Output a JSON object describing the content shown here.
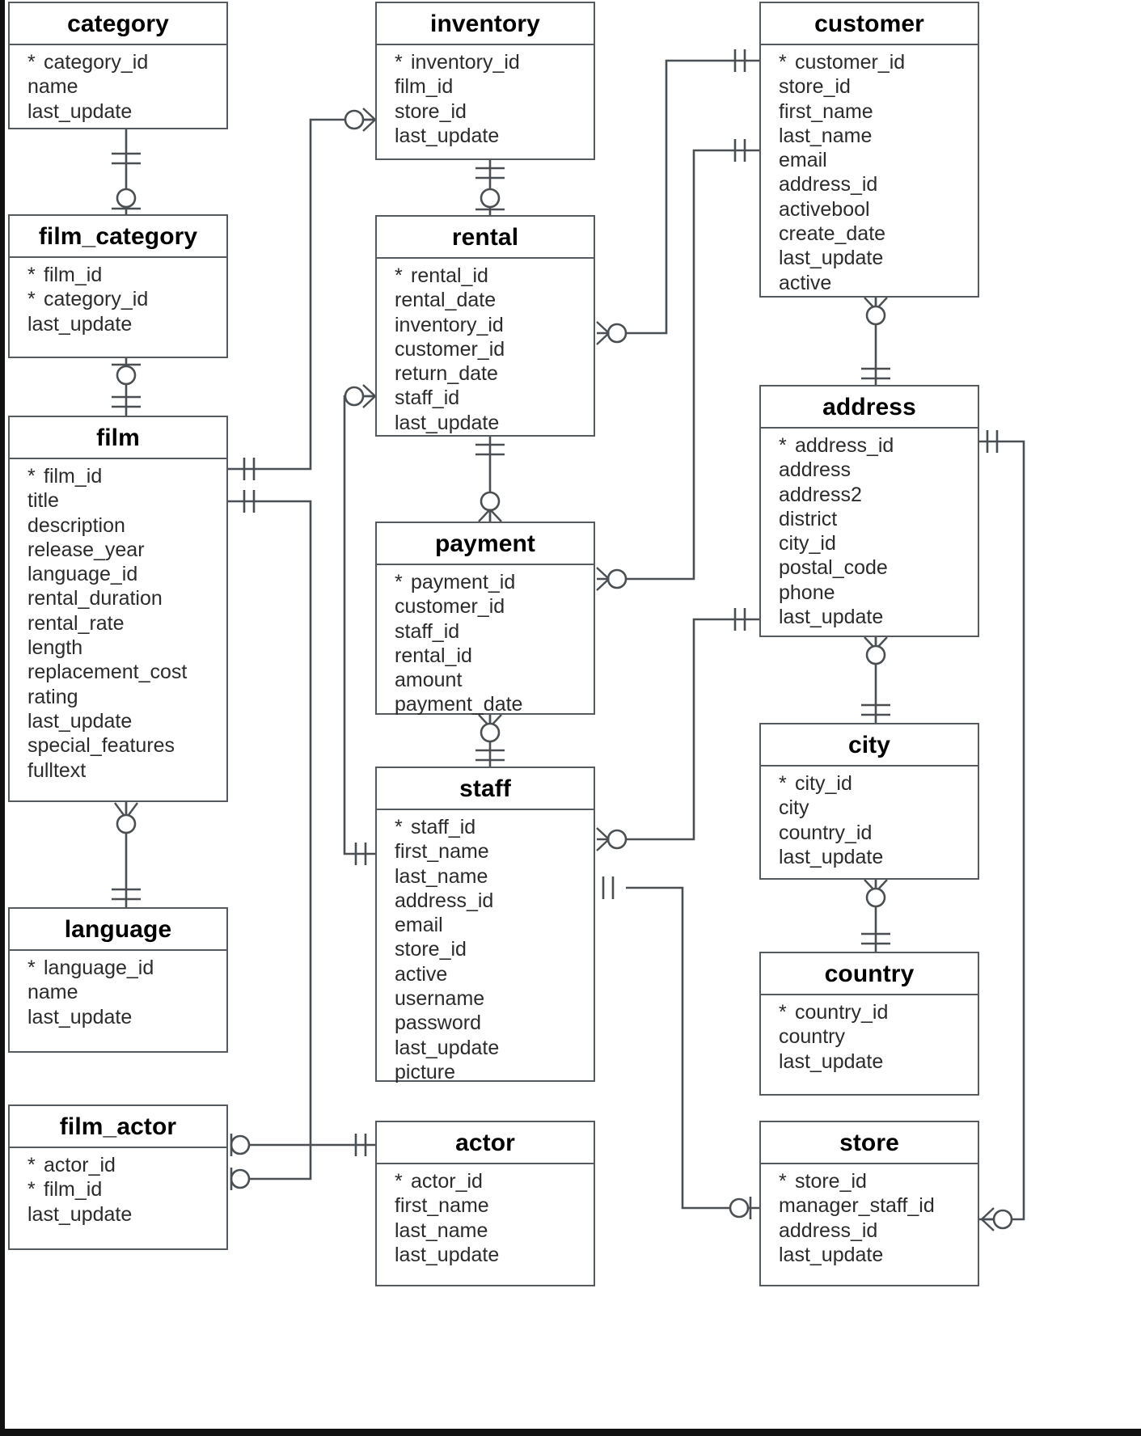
{
  "diagram": {
    "title": "sakila-er-diagram",
    "notation": "crows-foot",
    "pk_marker": "*"
  },
  "entities": [
    {
      "id": "category",
      "name": "category",
      "columns": [
        {
          "name": "category_id",
          "pk": true
        },
        {
          "name": "name",
          "pk": false
        },
        {
          "name": "last_update",
          "pk": false
        }
      ]
    },
    {
      "id": "film_category",
      "name": "film_category",
      "columns": [
        {
          "name": "film_id",
          "pk": true
        },
        {
          "name": "category_id",
          "pk": true
        },
        {
          "name": "last_update",
          "pk": false
        }
      ]
    },
    {
      "id": "film",
      "name": "film",
      "columns": [
        {
          "name": "film_id",
          "pk": true
        },
        {
          "name": "title",
          "pk": false
        },
        {
          "name": "description",
          "pk": false
        },
        {
          "name": "release_year",
          "pk": false
        },
        {
          "name": "language_id",
          "pk": false
        },
        {
          "name": "rental_duration",
          "pk": false
        },
        {
          "name": "rental_rate",
          "pk": false
        },
        {
          "name": "length",
          "pk": false
        },
        {
          "name": "replacement_cost",
          "pk": false
        },
        {
          "name": "rating",
          "pk": false
        },
        {
          "name": "last_update",
          "pk": false
        },
        {
          "name": "special_features",
          "pk": false
        },
        {
          "name": "fulltext",
          "pk": false
        }
      ]
    },
    {
      "id": "language",
      "name": "language",
      "columns": [
        {
          "name": "language_id",
          "pk": true
        },
        {
          "name": "name",
          "pk": false
        },
        {
          "name": "last_update",
          "pk": false
        }
      ]
    },
    {
      "id": "film_actor",
      "name": "film_actor",
      "columns": [
        {
          "name": "actor_id",
          "pk": true
        },
        {
          "name": "film_id",
          "pk": true
        },
        {
          "name": "last_update",
          "pk": false
        }
      ]
    },
    {
      "id": "inventory",
      "name": "inventory",
      "columns": [
        {
          "name": "inventory_id",
          "pk": true
        },
        {
          "name": "film_id",
          "pk": false
        },
        {
          "name": "store_id",
          "pk": false
        },
        {
          "name": "last_update",
          "pk": false
        }
      ]
    },
    {
      "id": "rental",
      "name": "rental",
      "columns": [
        {
          "name": "rental_id",
          "pk": true
        },
        {
          "name": "rental_date",
          "pk": false
        },
        {
          "name": "inventory_id",
          "pk": false
        },
        {
          "name": "customer_id",
          "pk": false
        },
        {
          "name": "return_date",
          "pk": false
        },
        {
          "name": "staff_id",
          "pk": false
        },
        {
          "name": "last_update",
          "pk": false
        }
      ]
    },
    {
      "id": "payment",
      "name": "payment",
      "columns": [
        {
          "name": "payment_id",
          "pk": true
        },
        {
          "name": "customer_id",
          "pk": false
        },
        {
          "name": "staff_id",
          "pk": false
        },
        {
          "name": "rental_id",
          "pk": false
        },
        {
          "name": "amount",
          "pk": false
        },
        {
          "name": "payment_date",
          "pk": false
        }
      ]
    },
    {
      "id": "staff",
      "name": "staff",
      "columns": [
        {
          "name": "staff_id",
          "pk": true
        },
        {
          "name": "first_name",
          "pk": false
        },
        {
          "name": "last_name",
          "pk": false
        },
        {
          "name": "address_id",
          "pk": false
        },
        {
          "name": "email",
          "pk": false
        },
        {
          "name": "store_id",
          "pk": false
        },
        {
          "name": "active",
          "pk": false
        },
        {
          "name": "username",
          "pk": false
        },
        {
          "name": "password",
          "pk": false
        },
        {
          "name": "last_update",
          "pk": false
        },
        {
          "name": "picture",
          "pk": false
        }
      ]
    },
    {
      "id": "actor",
      "name": "actor",
      "columns": [
        {
          "name": "actor_id",
          "pk": true
        },
        {
          "name": "first_name",
          "pk": false
        },
        {
          "name": "last_name",
          "pk": false
        },
        {
          "name": "last_update",
          "pk": false
        }
      ]
    },
    {
      "id": "customer",
      "name": "customer",
      "columns": [
        {
          "name": "customer_id",
          "pk": true
        },
        {
          "name": "store_id",
          "pk": false
        },
        {
          "name": "first_name",
          "pk": false
        },
        {
          "name": "last_name",
          "pk": false
        },
        {
          "name": "email",
          "pk": false
        },
        {
          "name": "address_id",
          "pk": false
        },
        {
          "name": "activebool",
          "pk": false
        },
        {
          "name": "create_date",
          "pk": false
        },
        {
          "name": "last_update",
          "pk": false
        },
        {
          "name": "active",
          "pk": false
        }
      ]
    },
    {
      "id": "address",
      "name": "address",
      "columns": [
        {
          "name": "address_id",
          "pk": true
        },
        {
          "name": "address",
          "pk": false
        },
        {
          "name": "address2",
          "pk": false
        },
        {
          "name": "district",
          "pk": false
        },
        {
          "name": "city_id",
          "pk": false
        },
        {
          "name": "postal_code",
          "pk": false
        },
        {
          "name": "phone",
          "pk": false
        },
        {
          "name": "last_update",
          "pk": false
        }
      ]
    },
    {
      "id": "city",
      "name": "city",
      "columns": [
        {
          "name": "city_id",
          "pk": true
        },
        {
          "name": "city",
          "pk": false
        },
        {
          "name": "country_id",
          "pk": false
        },
        {
          "name": "last_update",
          "pk": false
        }
      ]
    },
    {
      "id": "country",
      "name": "country",
      "columns": [
        {
          "name": "country_id",
          "pk": true
        },
        {
          "name": "country",
          "pk": false
        },
        {
          "name": "last_update",
          "pk": false
        }
      ]
    },
    {
      "id": "store",
      "name": "store",
      "columns": [
        {
          "name": "store_id",
          "pk": true
        },
        {
          "name": "manager_staff_id",
          "pk": false
        },
        {
          "name": "address_id",
          "pk": false
        },
        {
          "name": "last_update",
          "pk": false
        }
      ]
    }
  ],
  "relationships": [
    {
      "from": "category",
      "to": "film_category",
      "from_card": "one-mandatory",
      "to_card": "zero-or-more"
    },
    {
      "from": "film_category",
      "to": "film",
      "from_card": "zero-or-more",
      "to_card": "one-mandatory"
    },
    {
      "from": "film",
      "to": "language",
      "from_card": "zero-or-more",
      "to_card": "one-mandatory"
    },
    {
      "from": "film",
      "to": "inventory",
      "from_card": "one-mandatory",
      "to_card": "zero-or-more"
    },
    {
      "from": "film",
      "to": "film_actor",
      "from_card": "one-mandatory",
      "to_card": "zero-or-more"
    },
    {
      "from": "actor",
      "to": "film_actor",
      "from_card": "one-mandatory",
      "to_card": "zero-or-more"
    },
    {
      "from": "inventory",
      "to": "rental",
      "from_card": "one-mandatory",
      "to_card": "zero-or-more"
    },
    {
      "from": "rental",
      "to": "customer",
      "from_card": "zero-or-more",
      "to_card": "one-mandatory"
    },
    {
      "from": "rental",
      "to": "payment",
      "from_card": "one-mandatory",
      "to_card": "zero-or-more"
    },
    {
      "from": "payment",
      "to": "customer",
      "from_card": "zero-or-more",
      "to_card": "one-mandatory"
    },
    {
      "from": "payment",
      "to": "staff",
      "from_card": "zero-or-more",
      "to_card": "one-mandatory"
    },
    {
      "from": "staff",
      "to": "rental",
      "from_card": "one-mandatory",
      "to_card": "zero-or-more"
    },
    {
      "from": "staff",
      "to": "address",
      "from_card": "zero-or-more",
      "to_card": "one-mandatory"
    },
    {
      "from": "staff",
      "to": "store",
      "from_card": "one-mandatory",
      "to_card": "zero-or-one"
    },
    {
      "from": "customer",
      "to": "address",
      "from_card": "zero-or-more",
      "to_card": "one-mandatory"
    },
    {
      "from": "address",
      "to": "city",
      "from_card": "zero-or-more",
      "to_card": "one-mandatory"
    },
    {
      "from": "city",
      "to": "country",
      "from_card": "zero-or-more",
      "to_card": "one-mandatory"
    },
    {
      "from": "address",
      "to": "store",
      "from_card": "one-mandatory",
      "to_card": "zero-or-more"
    }
  ]
}
